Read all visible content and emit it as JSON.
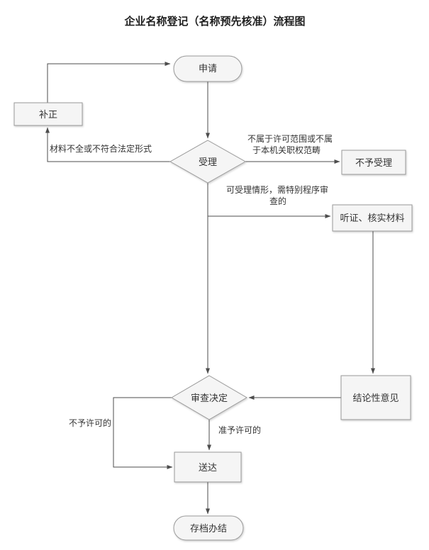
{
  "title": "企业名称登记（名称预先核准）流程图",
  "nodes": {
    "apply": {
      "label": "申请"
    },
    "correction": {
      "label": "补正"
    },
    "acceptance": {
      "label": "受理"
    },
    "not_accepted": {
      "label": "不予受理"
    },
    "hearing": {
      "label": "听证、核实材料"
    },
    "conclusion": {
      "label": "结论性意见"
    },
    "decision": {
      "label": "审查决定"
    },
    "delivery": {
      "label": "送达"
    },
    "archive": {
      "label": "存档办结"
    }
  },
  "edge_labels": {
    "materials_incomplete": "材料不全或不符合法定形式",
    "out_of_scope_line1": "不属于许可范围或不属",
    "out_of_scope_line2": "于本机关职权范畴",
    "special_procedure_line1": "可受理情形，需特别程序审",
    "special_procedure_line2": "查的",
    "not_permitted": "不予许可的",
    "permitted": "准予许可的"
  },
  "colors": {
    "shape_fill": "#f5f5f5",
    "shape_border": "#999999",
    "line": "#4d4d4d",
    "text": "#333333"
  }
}
